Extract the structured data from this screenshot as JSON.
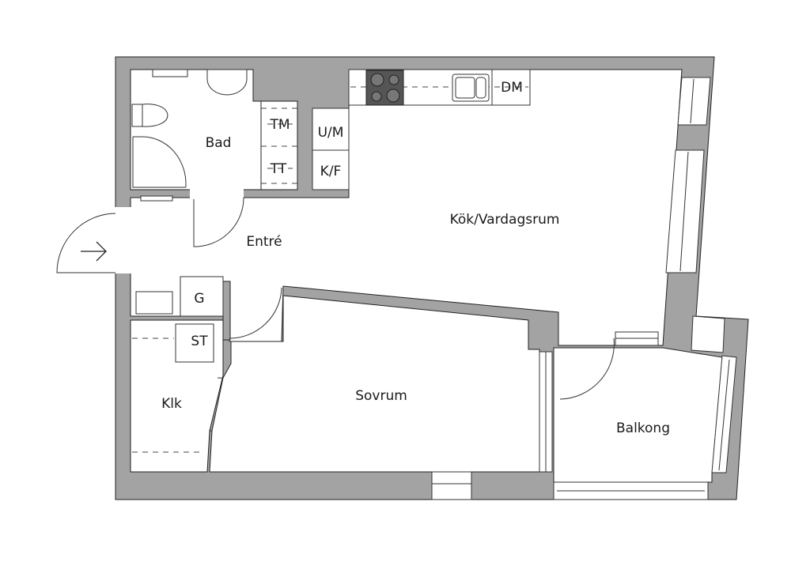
{
  "rooms": {
    "bad": "Bad",
    "kok_vardagsrum": "Kök/Vardagsrum",
    "entre": "Entré",
    "sovrum": "Sovrum",
    "klk": "Klk",
    "balkong": "Balkong"
  },
  "fixtures": {
    "tm": "TM",
    "tt": "TT",
    "um": "U/M",
    "kf": "K/F",
    "dm": "DM",
    "g": "G",
    "st": "ST"
  },
  "colors": {
    "wall": "#a3a3a3",
    "stove": "#555555"
  },
  "icons": {
    "entry": "arrow-right-icon"
  }
}
